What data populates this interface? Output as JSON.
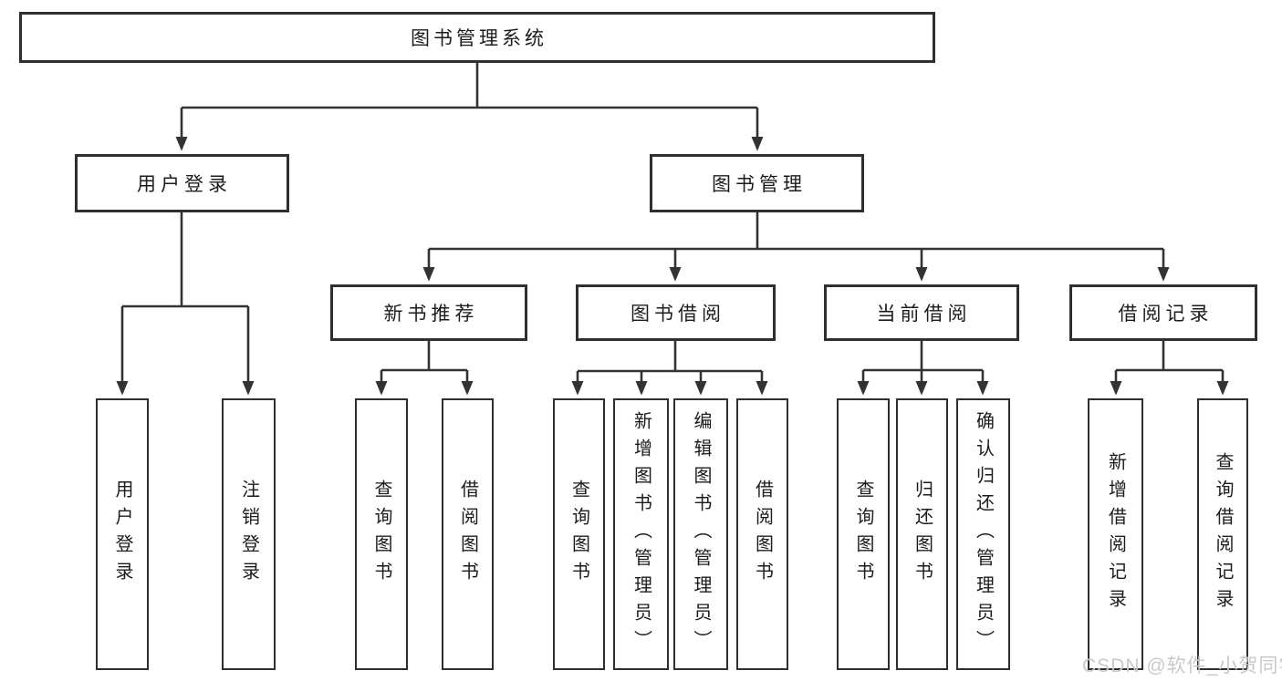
{
  "diagram": {
    "title": "图书管理系统",
    "root": {
      "label": "图书管理系统"
    },
    "level2": {
      "user_login": {
        "label": "用户登录"
      },
      "book_mgmt": {
        "label": "图书管理"
      }
    },
    "level3": {
      "new_book_rec": {
        "label": "新书推荐"
      },
      "book_borrow": {
        "label": "图书借阅"
      },
      "current_borrow": {
        "label": "当前借阅"
      },
      "borrow_record": {
        "label": "借阅记录"
      }
    },
    "leaves": {
      "user_login_leaf": {
        "label": "用户登录"
      },
      "logout": {
        "label": "注销登录"
      },
      "nbr_query": {
        "label": "查询图书"
      },
      "nbr_borrow": {
        "label": "借阅图书"
      },
      "bb_query": {
        "label": "查询图书"
      },
      "bb_add": {
        "label": "新增图书（管理员）"
      },
      "bb_edit": {
        "label": "编辑图书（管理员）"
      },
      "bb_borrow": {
        "label": "借阅图书"
      },
      "cb_query": {
        "label": "查询图书"
      },
      "cb_return": {
        "label": "归还图书"
      },
      "cb_confirm": {
        "label": "确认归还（管理员）"
      },
      "br_add": {
        "label": "新增借阅记录"
      },
      "br_query": {
        "label": "查询借阅记录"
      }
    }
  },
  "watermark": {
    "text": "CSDN @软件_小贺同学"
  },
  "colors": {
    "line": "#333333",
    "border": "#2f2f2f",
    "text": "#1c1c1c",
    "watermark_text": "#c9c9c9",
    "background": "#ffffff"
  }
}
